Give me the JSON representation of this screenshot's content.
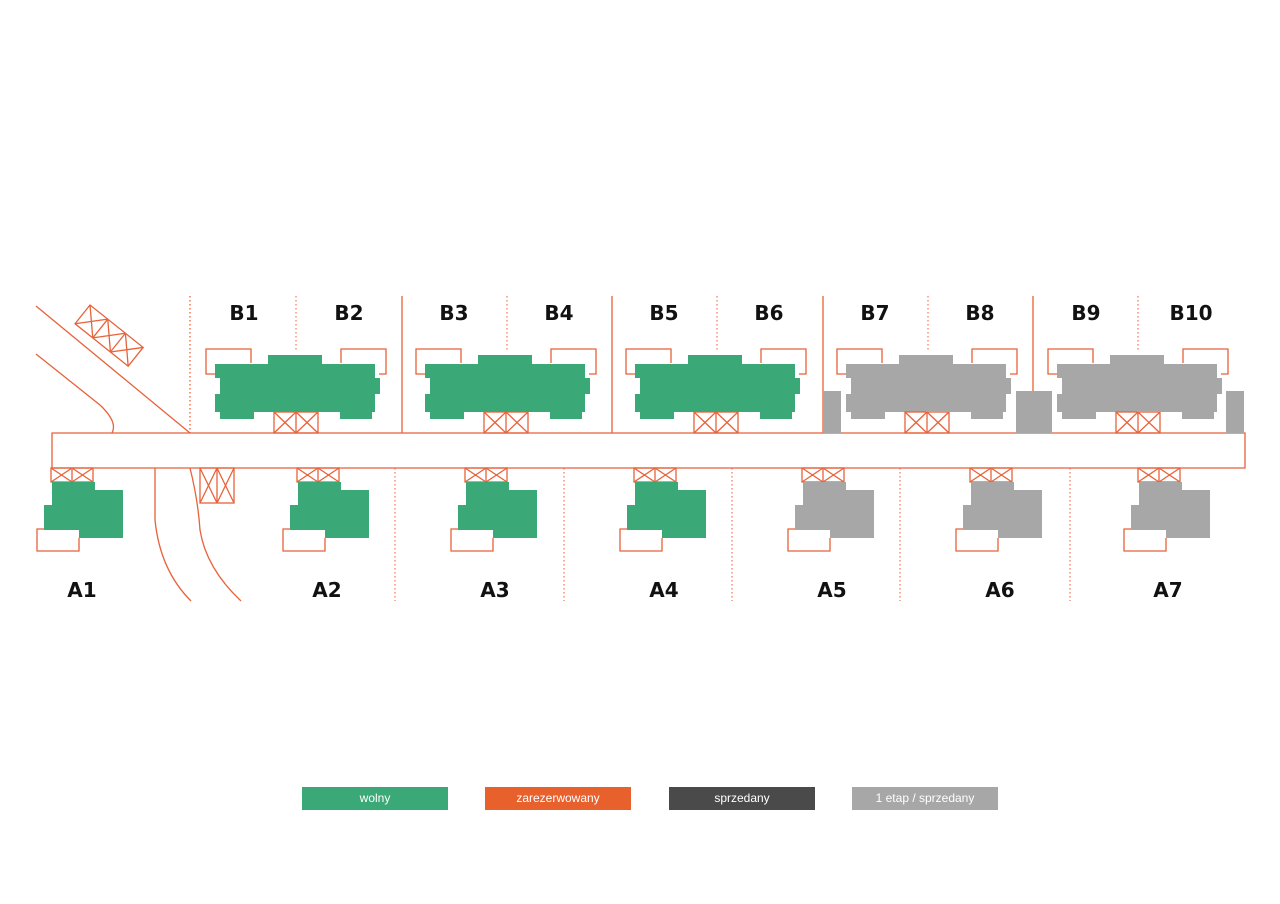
{
  "colors": {
    "line": "#e8623a",
    "wolny": "#3aa877",
    "zarezerwowany": "#e8602c",
    "sprzedany": "#4a4a4a",
    "etap1_sprzedany": "#a7a7a7",
    "label": "#111111"
  },
  "lots_b": [
    {
      "label": "B1",
      "status": "wolny"
    },
    {
      "label": "B2",
      "status": "wolny"
    },
    {
      "label": "B3",
      "status": "wolny"
    },
    {
      "label": "B4",
      "status": "wolny"
    },
    {
      "label": "B5",
      "status": "wolny"
    },
    {
      "label": "B6",
      "status": "wolny"
    },
    {
      "label": "B7",
      "status": "etap1_sprzedany"
    },
    {
      "label": "B8",
      "status": "etap1_sprzedany"
    },
    {
      "label": "B9",
      "status": "etap1_sprzedany"
    },
    {
      "label": "B10",
      "status": "etap1_sprzedany"
    }
  ],
  "lots_a": [
    {
      "label": "A1",
      "status": "wolny"
    },
    {
      "label": "A2",
      "status": "wolny"
    },
    {
      "label": "A3",
      "status": "wolny"
    },
    {
      "label": "A4",
      "status": "wolny"
    },
    {
      "label": "A5",
      "status": "etap1_sprzedany"
    },
    {
      "label": "A6",
      "status": "etap1_sprzedany"
    },
    {
      "label": "A7",
      "status": "etap1_sprzedany"
    }
  ],
  "legend": [
    {
      "key": "wolny",
      "label": "wolny"
    },
    {
      "key": "zarezerwowany",
      "label": "zarezerwowany"
    },
    {
      "key": "sprzedany",
      "label": "sprzedany"
    },
    {
      "key": "etap1_sprzedany",
      "label": "1 etap / sprzedany"
    }
  ]
}
